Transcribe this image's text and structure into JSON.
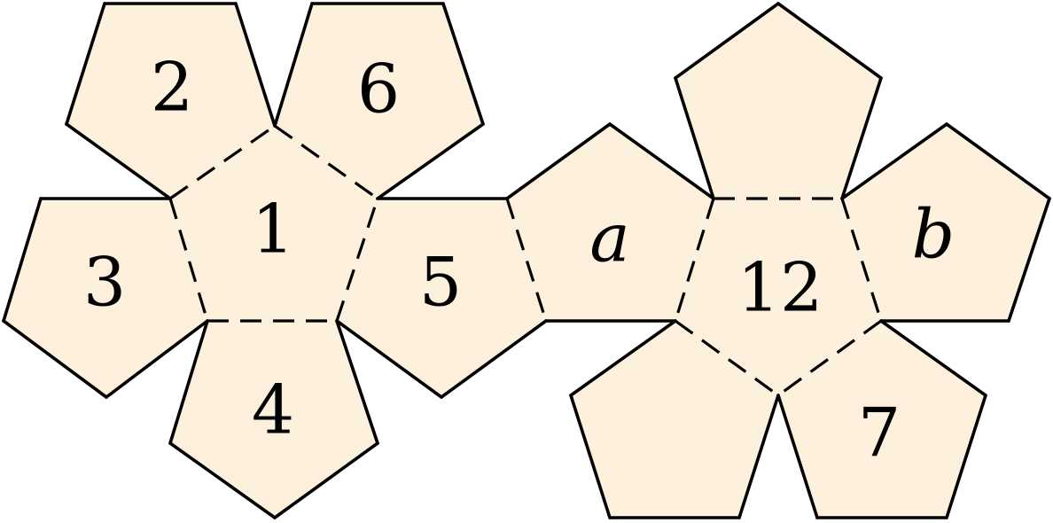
{
  "diagram": {
    "colors": {
      "face_fill": "#fdf0dc",
      "edge": "#000000"
    },
    "faces": [
      {
        "id": "face-1",
        "label": "1",
        "italic": false
      },
      {
        "id": "face-2",
        "label": "2",
        "italic": false
      },
      {
        "id": "face-6",
        "label": "6",
        "italic": false
      },
      {
        "id": "face-3",
        "label": "3",
        "italic": false
      },
      {
        "id": "face-4",
        "label": "4",
        "italic": false
      },
      {
        "id": "face-5",
        "label": "5",
        "italic": false
      },
      {
        "id": "face-a",
        "label": "a",
        "italic": true
      },
      {
        "id": "face-12",
        "label": "12",
        "italic": false
      },
      {
        "id": "face-top-right",
        "label": "",
        "italic": false
      },
      {
        "id": "face-b",
        "label": "b",
        "italic": true
      },
      {
        "id": "face-7",
        "label": "7",
        "italic": false
      },
      {
        "id": "face-bottom-left",
        "label": "",
        "italic": false
      }
    ]
  }
}
